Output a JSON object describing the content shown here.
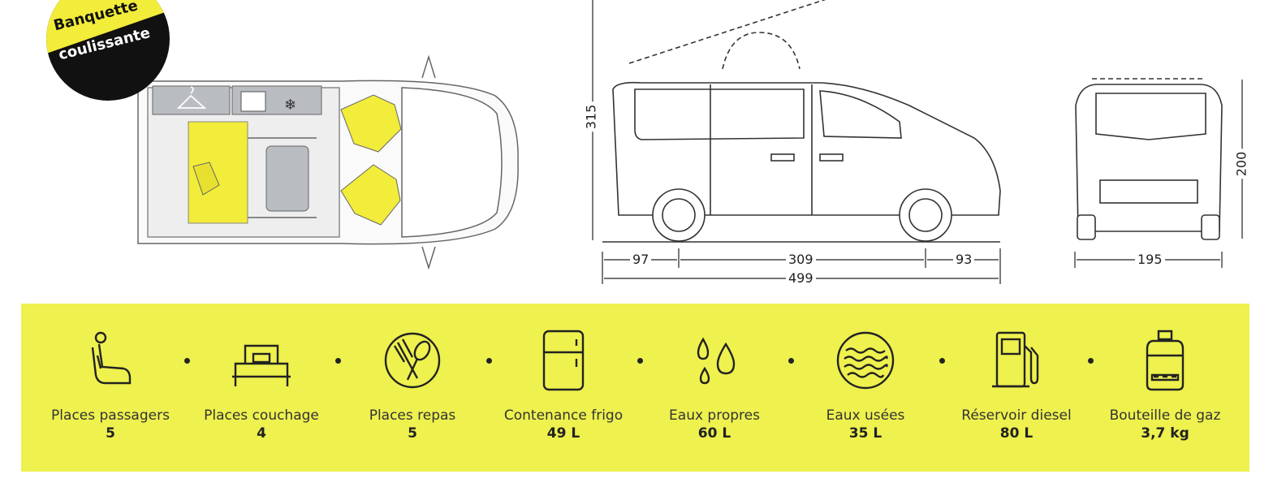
{
  "badge": {
    "line1": "Banquette",
    "line2": "coulissante"
  },
  "dimensions": {
    "height_side": "315",
    "rear_overhang": "97",
    "wheelbase": "309",
    "front_overhang": "93",
    "total_length": "499",
    "width": "195",
    "height_rear": "200"
  },
  "specs": [
    {
      "label": "Places passagers",
      "value": "5",
      "icon": "seat-icon"
    },
    {
      "label": "Places couchage",
      "value": "4",
      "icon": "bed-icon"
    },
    {
      "label": "Places repas",
      "value": "5",
      "icon": "fork-spoon-icon"
    },
    {
      "label": "Contenance frigo",
      "value": "49 L",
      "icon": "fridge-icon"
    },
    {
      "label": "Eaux propres",
      "value": "60 L",
      "icon": "water-drops-icon"
    },
    {
      "label": "Eaux usées",
      "value": "35 L",
      "icon": "waste-water-icon"
    },
    {
      "label": "Réservoir diesel",
      "value": "80 L",
      "icon": "fuel-pump-icon"
    },
    {
      "label": "Bouteille de gaz",
      "value": "3,7 kg",
      "icon": "gas-bottle-icon"
    }
  ],
  "colors": {
    "accent_yellow": "#eef14e",
    "seat_yellow": "#f2ec3a",
    "badge_black": "#111111"
  }
}
